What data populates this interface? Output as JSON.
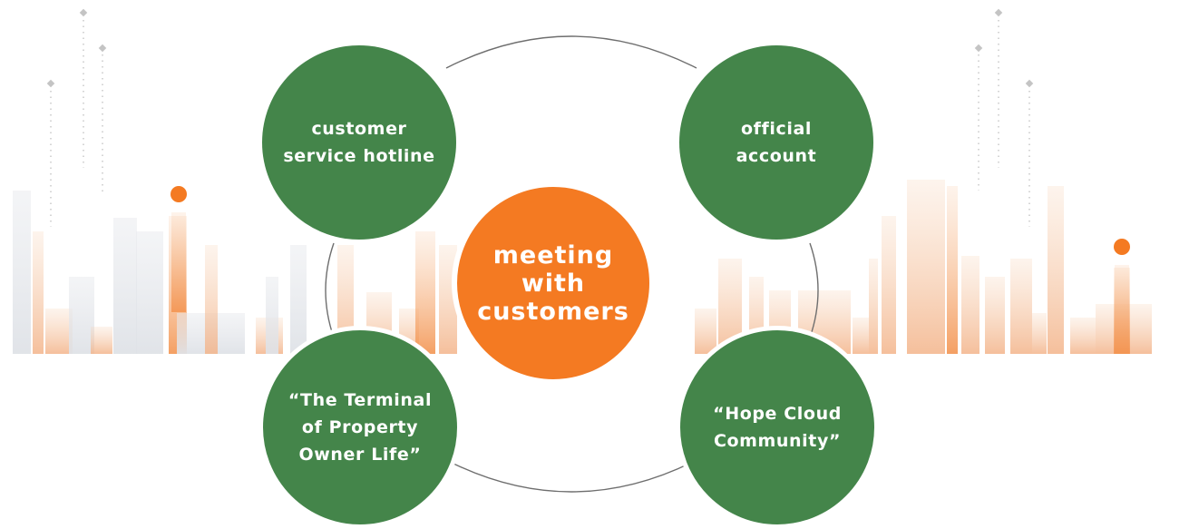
{
  "center": {
    "label": "meeting\nwith\ncustomers"
  },
  "channels": [
    {
      "label": "customer\nservice hotline"
    },
    {
      "label": "official\naccount"
    },
    {
      "label": "“The Terminal\nof Property\nOwner Life”"
    },
    {
      "label": "“Hope Cloud\nCommunity”"
    }
  ],
  "colors": {
    "green": "#44854a",
    "orange": "#f47a22",
    "ring_line": "#6e6e6e",
    "skyline_orange": "#f7d3b7",
    "skyline_gray": "#e6e8ec"
  },
  "icons": [
    "info-i-icon-left",
    "info-i-icon-right"
  ]
}
